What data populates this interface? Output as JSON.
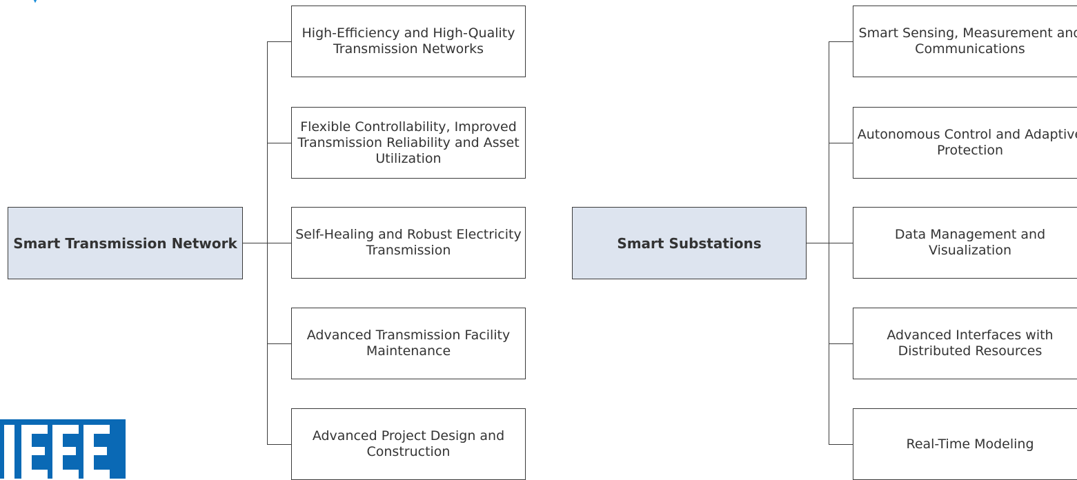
{
  "diagrams": [
    {
      "root": "Smart Transmission Network",
      "children": [
        "High-Efficiency and High-Quality Transmission Networks",
        "Flexible Controllability, Improved Transmission Reliability and Asset Utilization",
        "Self-Healing and Robust Electricity Transmission",
        "Advanced Transmission Facility Maintenance",
        "Advanced Project Design and Construction"
      ]
    },
    {
      "root": "Smart Substations",
      "children": [
        "Smart Sensing, Measurement and Communications",
        "Autonomous Control and Adaptive Protection",
        "Data Management and Visualization",
        "Advanced Interfaces with Distributed Resources",
        "Real-Time Modeling"
      ]
    }
  ],
  "logo": {
    "text": "IEEE",
    "color": "#0a69b5"
  },
  "colors": {
    "root_fill": "#dde4ef",
    "border": "#3a3a3a",
    "accent": "#1a8ed9"
  }
}
